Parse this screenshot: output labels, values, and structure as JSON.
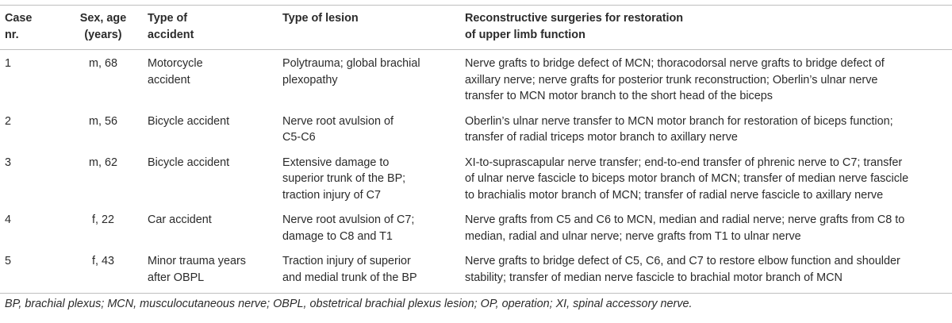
{
  "table": {
    "headers": [
      "Case\nnr.",
      "Sex, age\n(years)",
      "Type of\naccident",
      "Type of lesion",
      "Reconstructive surgeries for restoration\nof upper limb function"
    ],
    "rows": [
      {
        "case": "1",
        "sex_age": "m, 68",
        "accident": "Motorcycle\naccident",
        "lesion": "Polytrauma; global brachial\nplexopathy",
        "surgeries": "Nerve grafts to bridge defect of MCN; thoracodorsal nerve grafts to bridge defect of\naxillary nerve; nerve grafts for posterior trunk reconstruction; Oberlin’s ulnar nerve\ntransfer to MCN motor branch to the short head of the biceps"
      },
      {
        "case": "2",
        "sex_age": "m, 56",
        "accident": "Bicycle accident",
        "lesion": "Nerve root avulsion of\nC5-C6",
        "surgeries": "Oberlin’s ulnar nerve transfer to MCN motor branch for restoration of biceps function;\ntransfer of radial triceps motor branch to axillary nerve"
      },
      {
        "case": "3",
        "sex_age": "m, 62",
        "accident": "Bicycle accident",
        "lesion": "Extensive damage to\nsuperior trunk of the BP;\ntraction injury of C7",
        "surgeries": "XI-to-suprascapular nerve transfer; end-to-end transfer of phrenic nerve to C7; transfer\nof ulnar nerve fascicle to biceps motor branch of MCN; transfer of median nerve fascicle\nto brachialis motor branch of MCN; transfer of radial nerve fascicle to axillary nerve"
      },
      {
        "case": "4",
        "sex_age": "f, 22",
        "accident": "Car accident",
        "lesion": "Nerve root avulsion of C7;\ndamage to C8 and T1",
        "surgeries": "Nerve grafts from C5 and C6 to MCN, median and radial nerve; nerve grafts from C8 to\nmedian, radial and ulnar nerve; nerve grafts from T1 to ulnar nerve"
      },
      {
        "case": "5",
        "sex_age": "f, 43",
        "accident": "Minor trauma years\nafter OBPL",
        "lesion": "Traction injury of superior\nand medial trunk of the BP",
        "surgeries": "Nerve grafts to bridge defect of C5, C6, and C7 to restore elbow function and shoulder\nstability; transfer of median nerve fascicle to brachial motor branch of MCN"
      }
    ]
  },
  "footnote": "BP, brachial plexus; MCN, musculocutaneous nerve; OBPL, obstetrical brachial plexus lesion; OP, operation; XI, spinal accessory nerve."
}
